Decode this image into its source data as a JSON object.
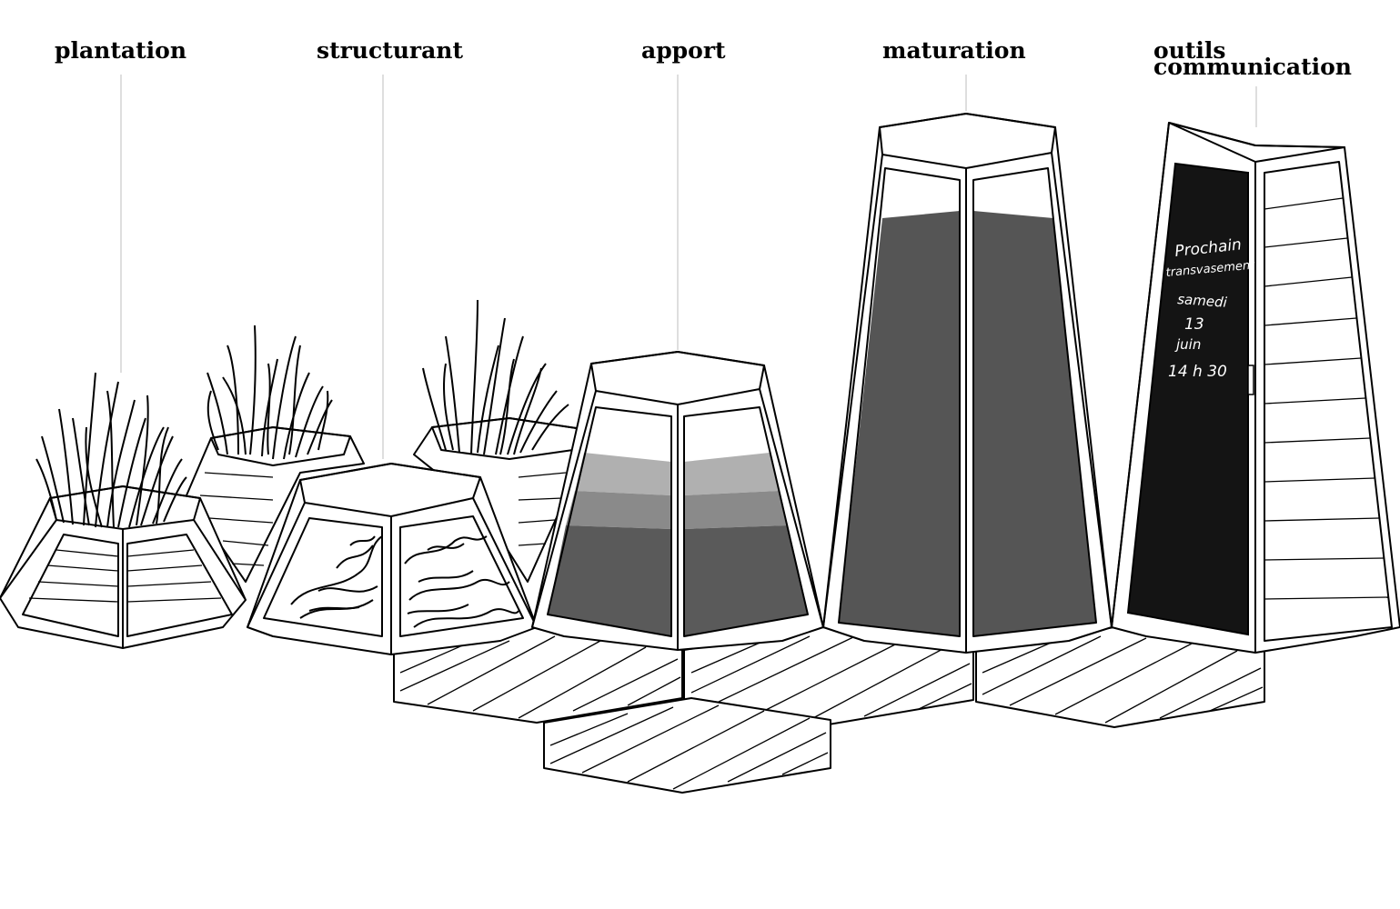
{
  "labels": {
    "plantation": "plantation",
    "structurant": "structurant",
    "apport": "apport",
    "maturation": "maturation",
    "outils_line1": "outils",
    "outils_line2": "communication"
  },
  "chalkboard": {
    "line1": "Prochain",
    "line2": "transvasement",
    "line3": "samedi",
    "line4": "13",
    "line5": "juin",
    "line6": "14 h 30"
  },
  "colors": {
    "line": "#000000",
    "board": "#141414",
    "compost_dark": "#555555",
    "compost_mid": "#7a7a7a",
    "compost_light": "#a8a8a8",
    "leader": "#c8c8c8"
  }
}
